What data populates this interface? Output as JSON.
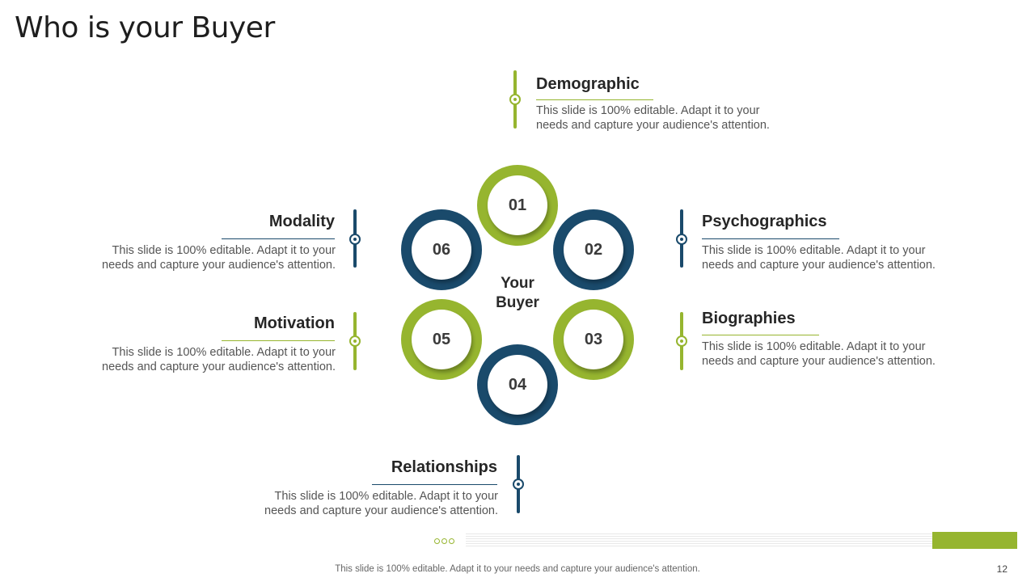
{
  "slide": {
    "title": "Who is your Buyer",
    "center_label": "Your Buyer",
    "colors": {
      "green": "#96b52f",
      "navy": "#1a4a6b"
    },
    "hub_numbers": [
      "01",
      "02",
      "03",
      "04",
      "05",
      "06"
    ],
    "items": {
      "demographic": {
        "title": "Demographic",
        "text": "This slide is 100% editable. Adapt it to your needs and capture your audience's attention."
      },
      "psychographics": {
        "title": "Psychographics",
        "text": "This slide is 100% editable. Adapt it to your needs and capture your audience's attention."
      },
      "biographies": {
        "title": "Biographies",
        "text": "This slide is 100% editable. Adapt it to your needs and capture your audience's attention."
      },
      "relationships": {
        "title": "Relationships",
        "text": "This slide is 100% editable. Adapt it to your needs and capture your audience's attention."
      },
      "motivation": {
        "title": "Motivation",
        "text": "This slide is 100% editable. Adapt it to your needs and capture your audience's attention."
      },
      "modality": {
        "title": "Modality",
        "text": "This slide is 100% editable. Adapt it to your needs and capture your audience's attention."
      }
    }
  },
  "footer": {
    "note": "This slide is 100% editable. Adapt it to your needs and capture your audience's attention.",
    "page_number": "12"
  }
}
